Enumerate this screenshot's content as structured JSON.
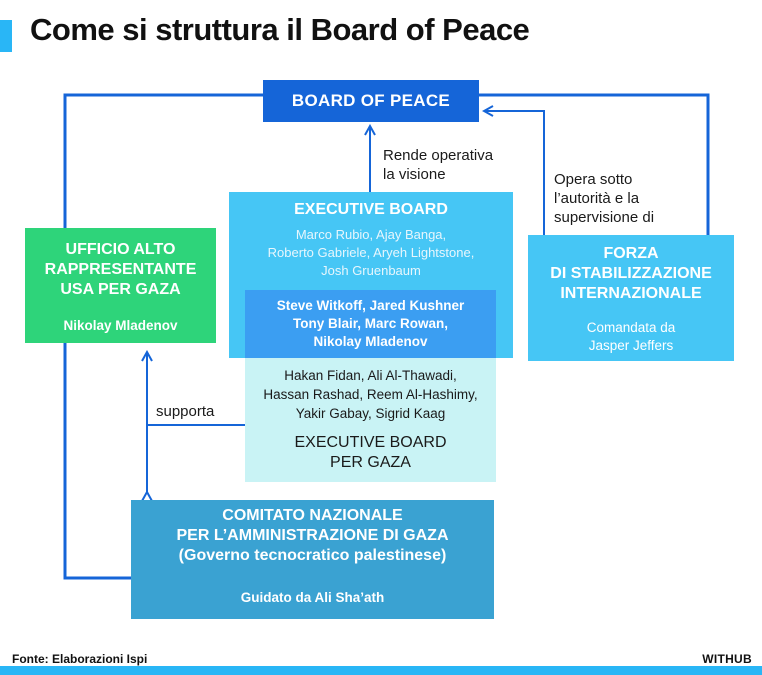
{
  "title": "Come si struttura il Board of Peace",
  "colors": {
    "accent": "#29b6f6",
    "board_of_peace": "#1565d8",
    "executive_board": "#46c6f5",
    "executive_board_overlap": "#3b9ef2",
    "executive_board_gaza": "#c9f3f5",
    "ufficio_usa": "#2ed47a",
    "forza": "#46c6f5",
    "comitato": "#3aa2d2",
    "connector": "#1565d8"
  },
  "board_of_peace": {
    "label": "BOARD OF PEACE"
  },
  "executive_board": {
    "label": "EXECUTIVE BOARD",
    "members_line1": "Marco Rubio, Ajay Banga,",
    "members_line2": "Roberto Gabriele, Aryeh Lightstone,",
    "members_line3": "Josh Gruenbaum"
  },
  "shared_members": {
    "line1": "Steve Witkoff, Jared Kushner",
    "line2": "Tony Blair, Marc Rowan,",
    "line3": "Nikolay Mladenov"
  },
  "executive_board_gaza": {
    "members_line1": "Hakan Fidan, Ali Al-Thawadi,",
    "members_line2": "Hassan Rashad, Reem Al-Hashimy,",
    "members_line3": "Yakir Gabay, Sigrid Kaag",
    "label_line1": "EXECUTIVE BOARD",
    "label_line2": "PER GAZA"
  },
  "ufficio_usa": {
    "label_line1": "UFFICIO ALTO",
    "label_line2": "RAPPRESENTANTE",
    "label_line3": "USA PER GAZA",
    "person": "Nikolay Mladenov"
  },
  "forza": {
    "label_line1": "FORZA",
    "label_line2": "DI STABILIZZAZIONE",
    "label_line3": "INTERNAZIONALE",
    "sub_line1": "Comandata da",
    "sub_line2": "Jasper Jeffers"
  },
  "comitato": {
    "label_line1": "COMITATO NAZIONALE",
    "label_line2": "PER L’AMMINISTRAZIONE DI GAZA",
    "label_line3": "(Governo tecnocratico palestinese)",
    "sub": "Guidato da Ali Sha’ath"
  },
  "labels": {
    "rende_line1": "Rende operativa",
    "rende_line2": "la visione",
    "opera_line1": "Opera sotto",
    "opera_line2": "l’autorità e la",
    "opera_line3": "supervisione di",
    "supporta": "supporta"
  },
  "footer": {
    "source": "Fonte: Elaborazioni Ispi",
    "brand": "WITHUB"
  }
}
